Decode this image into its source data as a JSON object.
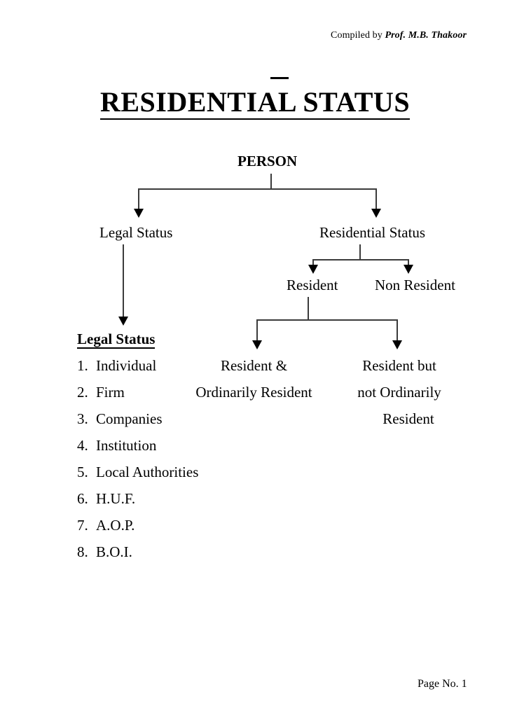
{
  "header": {
    "credit_prefix": "Compiled by ",
    "credit_name": "Prof. M.B. Thakoor"
  },
  "title": {
    "text": "RESIDENTIAL STATUS",
    "dash_mark": "–"
  },
  "diagram": {
    "root": "PERSON",
    "level1": [
      {
        "label": "Legal Status"
      },
      {
        "label": "Residential Status"
      }
    ],
    "level2": [
      {
        "label": "Resident"
      },
      {
        "label": "Non Resident"
      }
    ],
    "level3": {
      "left": [
        "Resident &",
        "Ordinarily Resident"
      ],
      "right": [
        "Resident but",
        "not Ordinarily",
        "Resident"
      ]
    }
  },
  "legal_status_section": {
    "heading": "Legal Status",
    "items": [
      {
        "num": "1.",
        "label": "Individual"
      },
      {
        "num": "2.",
        "label": "Firm"
      },
      {
        "num": "3.",
        "label": "Companies"
      },
      {
        "num": "4.",
        "label": "Institution"
      },
      {
        "num": "5.",
        "label": "Local Authorities"
      },
      {
        "num": "6.",
        "label": "H.U.F."
      },
      {
        "num": "7.",
        "label": "A.O.P."
      },
      {
        "num": "8.",
        "label": "B.O.I."
      }
    ]
  },
  "footer": {
    "page_label": "Page No. 1"
  },
  "colors": {
    "ink": "#000000",
    "line": "#3b3b3b",
    "paper": "#ffffff"
  }
}
